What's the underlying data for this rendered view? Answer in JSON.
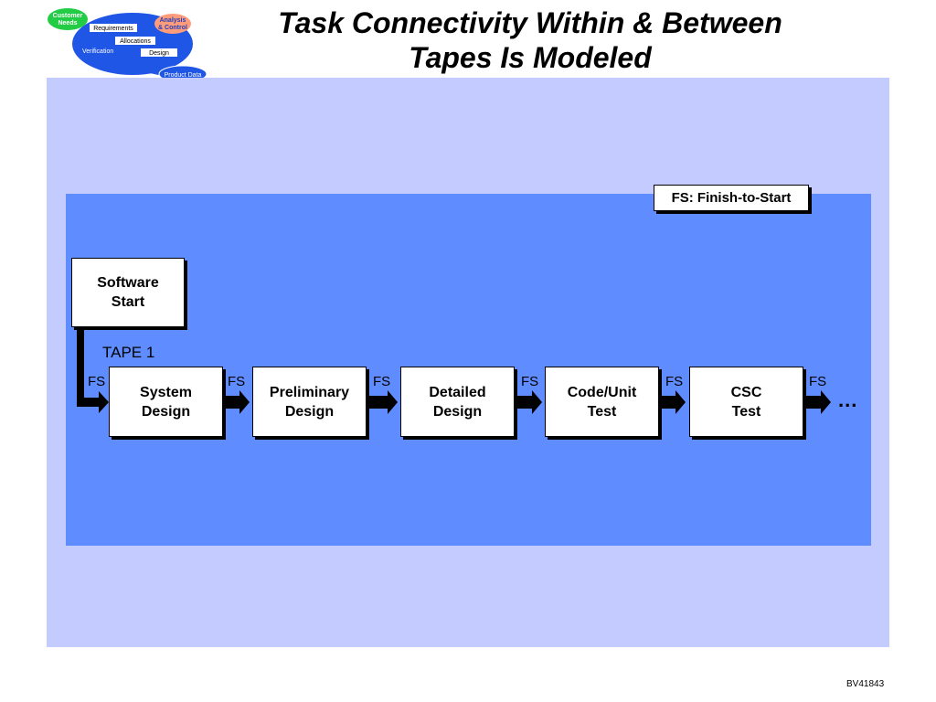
{
  "title": {
    "line1": "Task Connectivity Within & Between",
    "line2": "Tapes Is Modeled"
  },
  "logo": {
    "customer_needs": "Customer\nNeeds",
    "analysis_control": "Analysis\n& Control",
    "requirements": "Requirements",
    "allocations": "Allocations",
    "verification": "Verification",
    "design": "Design",
    "product_data": "Product Data"
  },
  "legend": {
    "text": "FS: Finish-to-Start"
  },
  "diagram": {
    "start_node": "Software\nStart",
    "tape_label": "TAPE 1",
    "relation_label": "FS",
    "tasks": [
      {
        "label": "System\nDesign"
      },
      {
        "label": "Preliminary\nDesign"
      },
      {
        "label": "Detailed\nDesign"
      },
      {
        "label": "Code/Unit\nTest"
      },
      {
        "label": "CSC\nTest"
      }
    ],
    "continuation": "..."
  },
  "footer": {
    "code": "BV41843"
  },
  "colors": {
    "outer_panel": "#c4ccff",
    "inner_panel": "#5f8cff",
    "logo_blue": "#1f56e6",
    "logo_green": "#22cc44",
    "logo_salmon": "#ff9c7a"
  }
}
